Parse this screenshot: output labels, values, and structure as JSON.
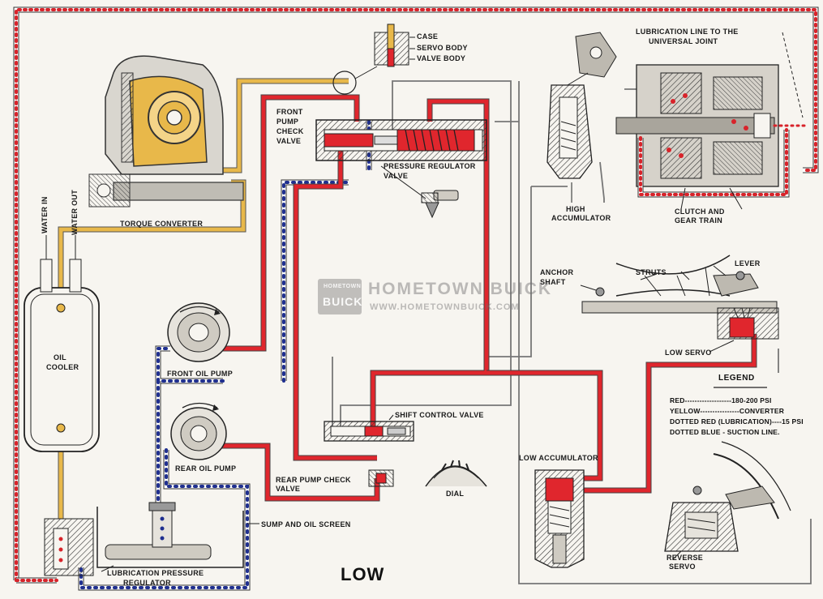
{
  "title": "LOW",
  "labels": {
    "case": "CASE",
    "servo_body": "SERVO BODY",
    "valve_body": "VALVE BODY",
    "lube_line_1": "LUBRICATION LINE TO THE",
    "lube_line_2": "UNIVERSAL JOINT",
    "front_pump_check_1": "FRONT",
    "front_pump_check_2": "PUMP",
    "front_pump_check_3": "CHECK",
    "front_pump_check_4": "VALVE",
    "pressure_regulator_1": "PRESSURE REGULATOR",
    "pressure_regulator_2": "VALVE",
    "high_accumulator_1": "HIGH",
    "high_accumulator_2": "ACCUMULATOR",
    "clutch_gear_1": "CLUTCH AND",
    "clutch_gear_2": "GEAR TRAIN",
    "torque_converter": "TORQUE CONVERTER",
    "water_in": "WATER IN",
    "water_out": "WATER OUT",
    "oil_cooler_1": "OIL",
    "oil_cooler_2": "COOLER",
    "anchor_shaft_1": "ANCHOR",
    "anchor_shaft_2": "SHAFT",
    "struts": "STRUTS",
    "lever": "LEVER",
    "low_servo": "LOW SERVO",
    "front_oil_pump": "FRONT OIL PUMP",
    "rear_oil_pump": "REAR OIL PUMP",
    "shift_control_valve": "SHIFT CONTROL VALVE",
    "rear_pump_check_1": "REAR PUMP CHECK",
    "rear_pump_check_2": "VALVE",
    "dial": "DIAL",
    "low_accumulator": "LOW ACCUMULATOR",
    "sump_screen": "SUMP AND OIL SCREEN",
    "lube_regulator_1": "LUBRICATION PRESSURE",
    "lube_regulator_2": "REGULATOR",
    "reverse_servo_1": "REVERSE",
    "reverse_servo_2": "SERVO"
  },
  "legend": {
    "heading": "LEGEND",
    "rows": [
      "RED-------------------180-200 PSI",
      "YELLOW----------------CONVERTER",
      "DOTTED RED (LUBRICATION)----15 PSI",
      "DOTTED BLUE - SUCTION LINE."
    ]
  },
  "watermark": {
    "badge_top": "HOMETOWN",
    "badge_main": "BUICK",
    "name": "HOMETOWN BUICK",
    "url": "WWW.HOMETOWNBUICK.COM"
  },
  "colors": {
    "pressure_red": "#e0262d",
    "converter_yellow": "#e8b84a",
    "lube_dot_red": "#d8232a",
    "suction_blue": "#1f2f8f",
    "line_gray": "#777777"
  }
}
